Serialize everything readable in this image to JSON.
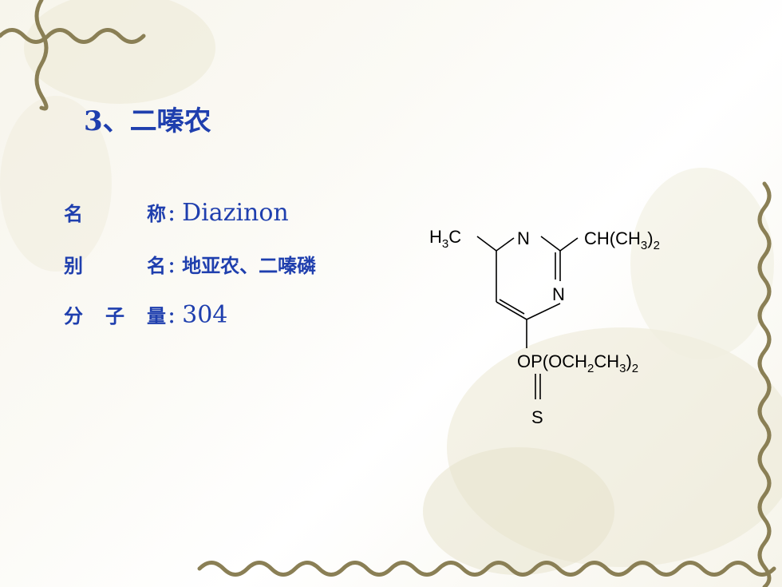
{
  "slide": {
    "title": "3、二嗪农",
    "fields": [
      {
        "label": "名称",
        "label_chars": [
          "名",
          "称"
        ],
        "value": "Diazinon"
      },
      {
        "label": "别名",
        "label_chars": [
          "别",
          "名"
        ],
        "value": "地亚农、二嗪磷"
      },
      {
        "label": "分子量",
        "label_chars": [
          "分",
          "子",
          "量"
        ],
        "value": "304"
      }
    ],
    "separator": ":"
  },
  "structure": {
    "methyl": {
      "main": "H",
      "sub": "3",
      "tail": "C"
    },
    "ring_n_top": "N",
    "ring_n_right": "N",
    "isopropyl": {
      "part1": "CH(CH",
      "sub1": "3",
      "part2": ")",
      "sub2": "2"
    },
    "phosphate": {
      "part1": "OP(OCH",
      "sub1": "2",
      "part2": "CH",
      "sub2": "3",
      "part3": ")",
      "sub3": "2"
    },
    "sulfur": "S"
  },
  "colors": {
    "title": "#1f3fae",
    "text": "#1f3fae",
    "vine": "#8a7f55"
  }
}
